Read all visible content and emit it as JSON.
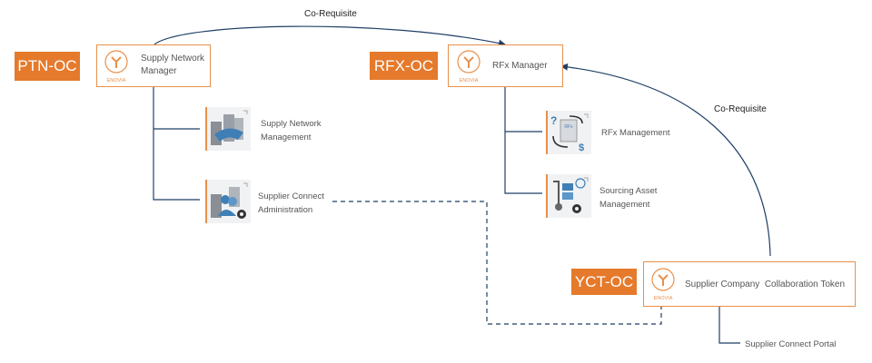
{
  "edges": [
    {
      "label": "Co-Requisite",
      "from": "Supply Network Manager",
      "to": "RFx Manager",
      "style": "solid"
    },
    {
      "label": "Co-Requisite",
      "from": "Supplier Company  Collaboration Token",
      "to": "RFx Manager",
      "style": "solid"
    },
    {
      "label": "",
      "from": "Supplier Connect Administration",
      "to": "Supplier Company  Collaboration Token",
      "style": "dashed"
    }
  ],
  "colors": {
    "accent": "#e57a2c",
    "border": "#e9904a",
    "line": "#1f3f66"
  },
  "roles": [
    {
      "tag": "PTN-OC",
      "name_line1": "Supply Network",
      "name_line2": "Manager",
      "brand": "ENOVIA",
      "apps": [
        {
          "line1": "Supply Network",
          "line2": "Management",
          "icon": "handshake-buildings-icon"
        },
        {
          "line1": "Supplier Connect",
          "line2": "Administration",
          "icon": "supplier-admin-gear-icon"
        }
      ]
    },
    {
      "tag": "RFX-OC",
      "name_line1": "RFx Manager",
      "brand": "ENOVIA",
      "apps": [
        {
          "line1": "RFx Management",
          "icon": "rfx-document-cycle-icon"
        },
        {
          "line1": "Sourcing Asset",
          "line2": "Management",
          "icon": "sourcing-cart-gear-icon"
        }
      ]
    },
    {
      "tag": "YCT-OC",
      "name_line1": "Supplier Company  Collaboration Token",
      "brand": "ENOVIA",
      "apps": [
        {
          "line1": "Supplier Connect Portal"
        }
      ]
    }
  ]
}
